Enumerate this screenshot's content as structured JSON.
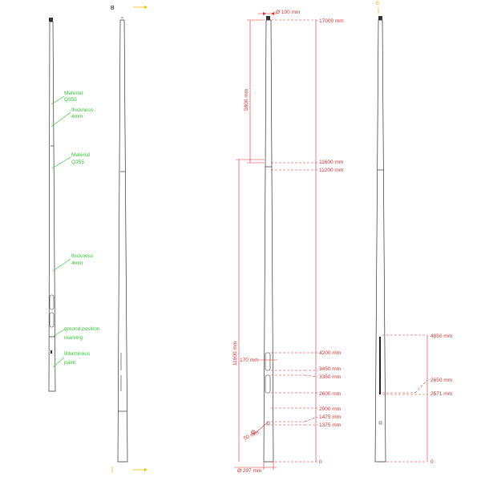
{
  "section_label": "B",
  "notes": {
    "material_1": [
      "Material",
      "Q355"
    ],
    "thickness_1": [
      "thickness :",
      "4mm"
    ],
    "material_2": [
      "Material",
      "Q355"
    ],
    "thickness_2": [
      "thickness",
      "4mm"
    ],
    "ground_marking": [
      "ground position",
      "marking"
    ],
    "bituminous": [
      "Bituminous",
      "paint"
    ]
  },
  "dimensions": {
    "top_diameter": "Ø 100 mm",
    "height_top": "17000 mm",
    "upper_section": "5800 mm",
    "joint_upper": "11600 mm",
    "joint_lower": "11200 mm",
    "lower_section": "11600 mm",
    "door_width": "170 mm",
    "door_top": "4200 mm",
    "door_a": "3450 mm",
    "door_b": "3350 mm",
    "door_bottom": "2600 mm",
    "ground": "2000 mm",
    "hole_top": "1475 mm",
    "hole_bottom": "1375 mm",
    "hole_diameter": [
      "Ø",
      "50 mm"
    ],
    "base_diameter": "Ø 297 mm",
    "zero_1": "0",
    "side_top": "4850 mm",
    "side_a": "2650 mm",
    "side_b": "2571 mm",
    "zero_2": "0"
  }
}
